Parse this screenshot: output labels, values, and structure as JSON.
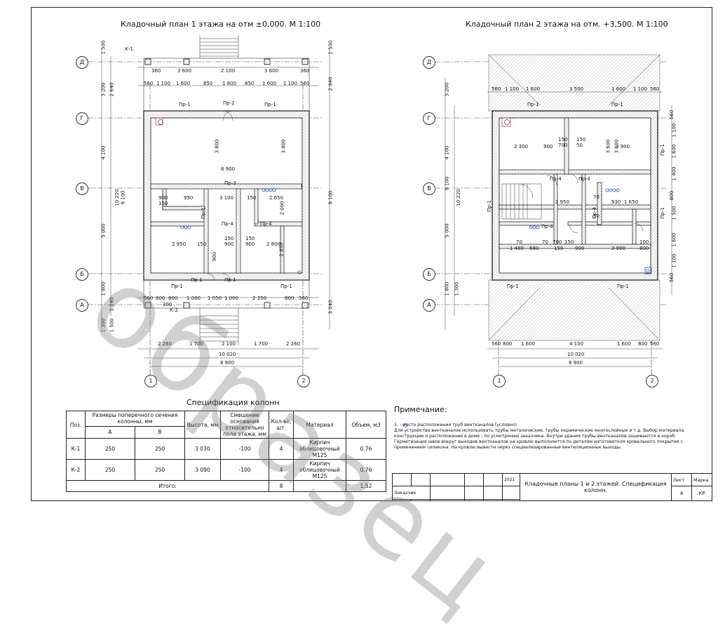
{
  "plan1": {
    "title": "Кладочный план 1 этажа на отм ±0,000. М 1:100",
    "axes_letters": [
      "Д",
      "Г",
      "В",
      "Б",
      "А"
    ],
    "axes_numbers": [
      "1",
      "2"
    ],
    "col_label_top": "К-1",
    "col_label_bottom": "К-2",
    "dims_top_row1": [
      "360",
      "3 600",
      "2 100",
      "3 600",
      "360"
    ],
    "dims_top_row2": [
      "560",
      "1 100",
      "1 600",
      "850",
      "1 800",
      "850",
      "1 600",
      "1 100",
      "560"
    ],
    "dims_bottom_row1": [
      "560",
      "800",
      "800",
      "1 000",
      "1 050",
      "1 000",
      "2 350",
      "800",
      "560"
    ],
    "dims_bottom_row2": [
      "2 260",
      "1 700",
      "2 100",
      "1 700",
      "2 260"
    ],
    "dim_total_outer": "10 020",
    "dim_total_inner": "8 900",
    "dims_left_outer": [
      "1 500",
      "3 200",
      "4 100",
      "10 220",
      "5 000",
      "1 800",
      "1 300",
      "1 500"
    ],
    "dims_left_inner": [
      "2 640",
      "9 100",
      "1 140"
    ],
    "dims_right": [
      "1 500",
      "2 940",
      "9 100",
      "3 040"
    ],
    "openings": [
      "Пр-1",
      "Пр-2",
      "Пр-1",
      "Пр-3",
      "Пр-4",
      "Пр-4",
      "Пр-1",
      "Пр-1",
      "Пр-1",
      "Пр-1",
      "Пр-1"
    ],
    "interior_dims": [
      "8 900",
      "3 800",
      "3 800",
      "3 100",
      "2 650",
      "2 950",
      "2 800",
      "2 000",
      "2 850",
      "150",
      "150",
      "900",
      "900",
      "900",
      "950",
      "150",
      "150",
      "150",
      "900",
      "300"
    ]
  },
  "plan2": {
    "title": "Кладочный план 2 этажа на отм. +3,500. М 1:100",
    "axes_letters": [
      "Д",
      "Г",
      "В",
      "Б",
      "А"
    ],
    "axes_numbers": [
      "1",
      "2"
    ],
    "dims_top": [
      "560",
      "1 100",
      "1 600",
      "3 500",
      "1 600",
      "1 100",
      "560"
    ],
    "dims_bottom": [
      "560",
      "800",
      "1 600",
      "4 100",
      "1 600",
      "800",
      "560"
    ],
    "dim_total_outer": "10 020",
    "dim_total_inner": "8 900",
    "dims_left": [
      "3 200",
      "4 100",
      "10 220",
      "9 100",
      "5 000",
      "1 800",
      "1 300"
    ],
    "dims_right": [
      "560",
      "1 100",
      "1 600",
      "1 400",
      "800",
      "1 500",
      "1 600",
      "1 100",
      "560"
    ],
    "openings": [
      "Пр-1",
      "Пр-1",
      "Пр-1",
      "Пр-4",
      "Пр-4",
      "Пр-4",
      "Пр-4",
      "Пр-1",
      "Пр-1",
      "Пр-1",
      "Пр-1"
    ],
    "interior_dims": [
      "2 300",
      "900",
      "3 900",
      "2 950",
      "1 650",
      "1 480",
      "3 000",
      "3 600",
      "3 600",
      "930",
      "150",
      "150",
      "700",
      "680",
      "700",
      "150",
      "150",
      "900",
      "100",
      "800",
      "70",
      "70",
      "70",
      "50",
      "50"
    ]
  },
  "spec": {
    "title": "Спецификация колонн",
    "headers": {
      "pos": "Поз.",
      "section": "Размеры поперечного сечения колонны, мм",
      "a": "А",
      "b": "В",
      "height": "Высота, мм",
      "offset": "Смещение основания относительно пола этажа, мм",
      "qty": "Кол-во, шт.",
      "material": "Материал",
      "volume": "Объем, м3"
    },
    "rows": [
      {
        "pos": "К-1",
        "a": "250",
        "b": "250",
        "height": "3 030",
        "offset": "-100",
        "qty": "4",
        "material": "Кирпич облицовочный М125",
        "volume": "0,76"
      },
      {
        "pos": "К-2",
        "a": "250",
        "b": "250",
        "height": "3 090",
        "offset": "-100",
        "qty": "4",
        "material": "Кирпич облицовочный М125",
        "volume": "0,76"
      }
    ],
    "total_label": "Итого:",
    "total_qty": "8",
    "total_volume": "1,52"
  },
  "notes": {
    "title": "Примечание:",
    "line1": "1.       - место расположения труб вентканалов (условно).",
    "line2": "Для устройства  вентканалов использовать трубы металические, трубы керамические многослойные и т.д. Выбор материала, конструкции и расположение в доме - по усмотрению заказчика. Внутри здания трубы вентканалов зашиваются в короб. Герметизация швов вокруг выходов вентканалов на кровлю выполняется по деталям изготовителя кровельного покрытия с применением силикона. На кровлю вывести через специализированные вентиляционные выходы."
  },
  "stamp": {
    "year": "2021",
    "customer": "Заказчик",
    "title": "Кладочные планы 1 и 2 этажей. Спецификация колонн.",
    "sheet_label": "Лист",
    "mark_label": "Марка",
    "sheet_no": "4",
    "mark": "КР"
  },
  "watermark": "образец"
}
